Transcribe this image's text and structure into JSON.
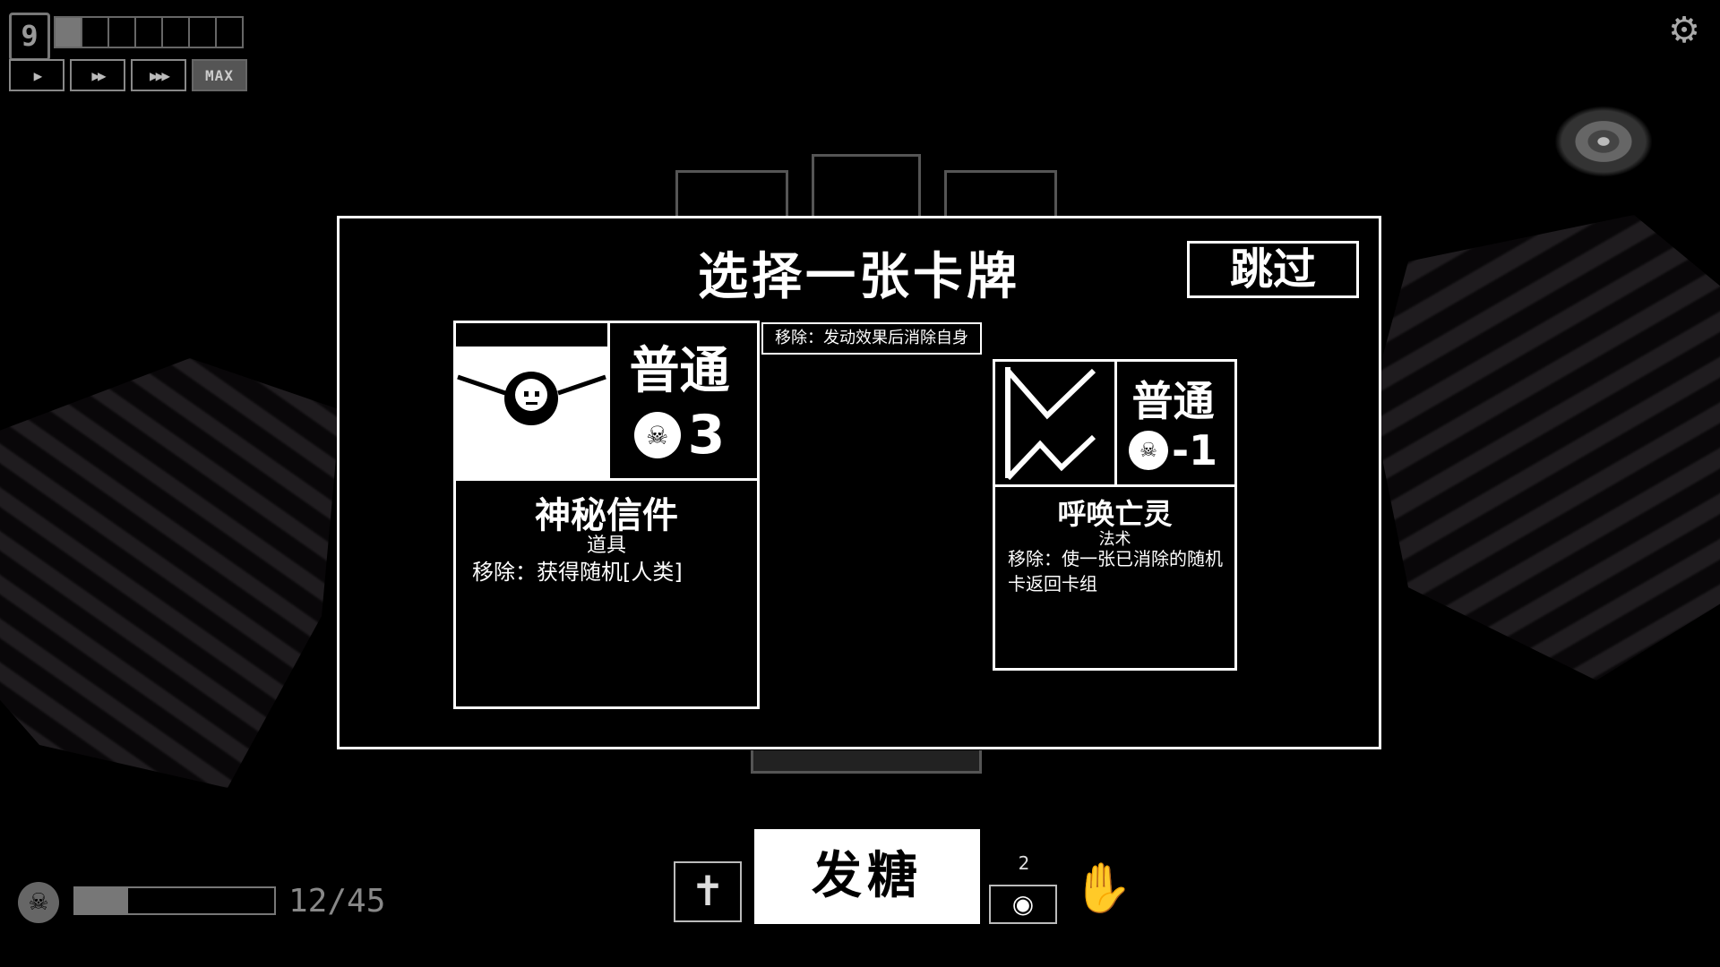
{
  "hud": {
    "turn_number": "9",
    "turn_progress_filled": 1,
    "turn_progress_total": 7,
    "speed_buttons": [
      "▶",
      "▶▶",
      "▶▶▶",
      "MAX"
    ],
    "settings_icon": "gear-icon"
  },
  "modal": {
    "title": "选择一张卡牌",
    "skip_label": "跳过",
    "tooltip": "移除：发动效果后消除自身"
  },
  "cards": [
    {
      "rarity": "普通",
      "cost": "3",
      "name": "神秘信件",
      "type": "道具",
      "description": "移除：获得随机[人类]",
      "art_icon": "skull-pendant-icon"
    },
    {
      "rarity": "普通",
      "cost": "-1",
      "name": "呼唤亡灵",
      "type": "法术",
      "description": "移除：使一张已消除的随机卡返回卡组",
      "art_icon": "zigzag-rune-icon"
    }
  ],
  "bottom_bar": {
    "hp_text": "12/45",
    "hp_current": 12,
    "hp_max": 45,
    "action_button_label": "发糖",
    "eye_count": "2",
    "icons": [
      "grave-cross-icon",
      "eye-icon",
      "hand-icon"
    ]
  }
}
